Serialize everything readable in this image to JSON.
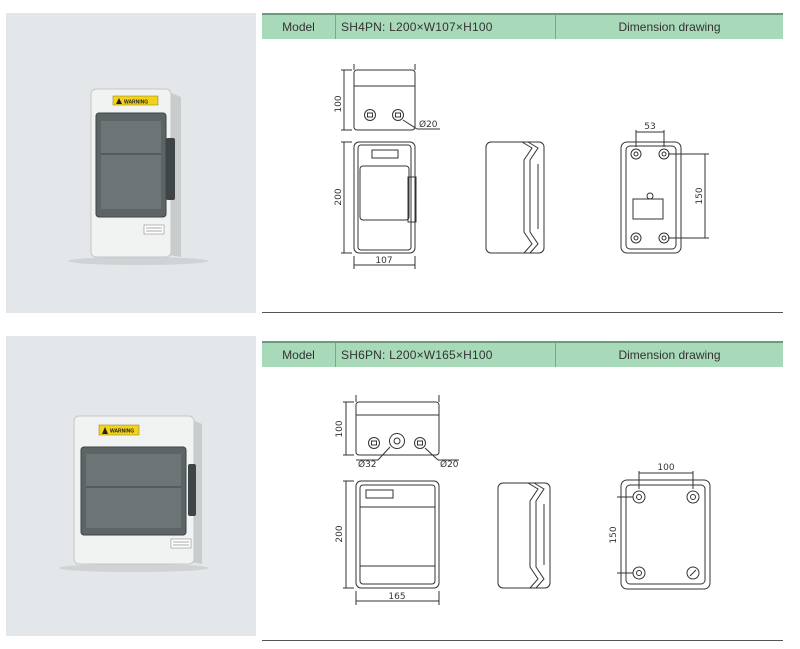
{
  "sections": [
    {
      "header": {
        "model_label": "Model",
        "model_spec": "SH4PN:  L200×W107×H100",
        "dimension_label": "Dimension drawing"
      },
      "product_photo": {
        "warning_label": "WARNING"
      },
      "dimensions": {
        "height": "100",
        "hole": "Ø20",
        "length": "200",
        "width": "107",
        "mount_spacing_x": "53",
        "mount_spacing_y": "150"
      }
    },
    {
      "header": {
        "model_label": "Model",
        "model_spec": "SH6PN:  L200×W165×H100",
        "dimension_label": "Dimension drawing"
      },
      "product_photo": {
        "warning_label": "WARNING"
      },
      "dimensions": {
        "height": "100",
        "hole_large": "Ø32",
        "hole_small": "Ø20",
        "length": "200",
        "width": "165",
        "mount_spacing_x": "100",
        "mount_spacing_y": "150"
      }
    }
  ]
}
